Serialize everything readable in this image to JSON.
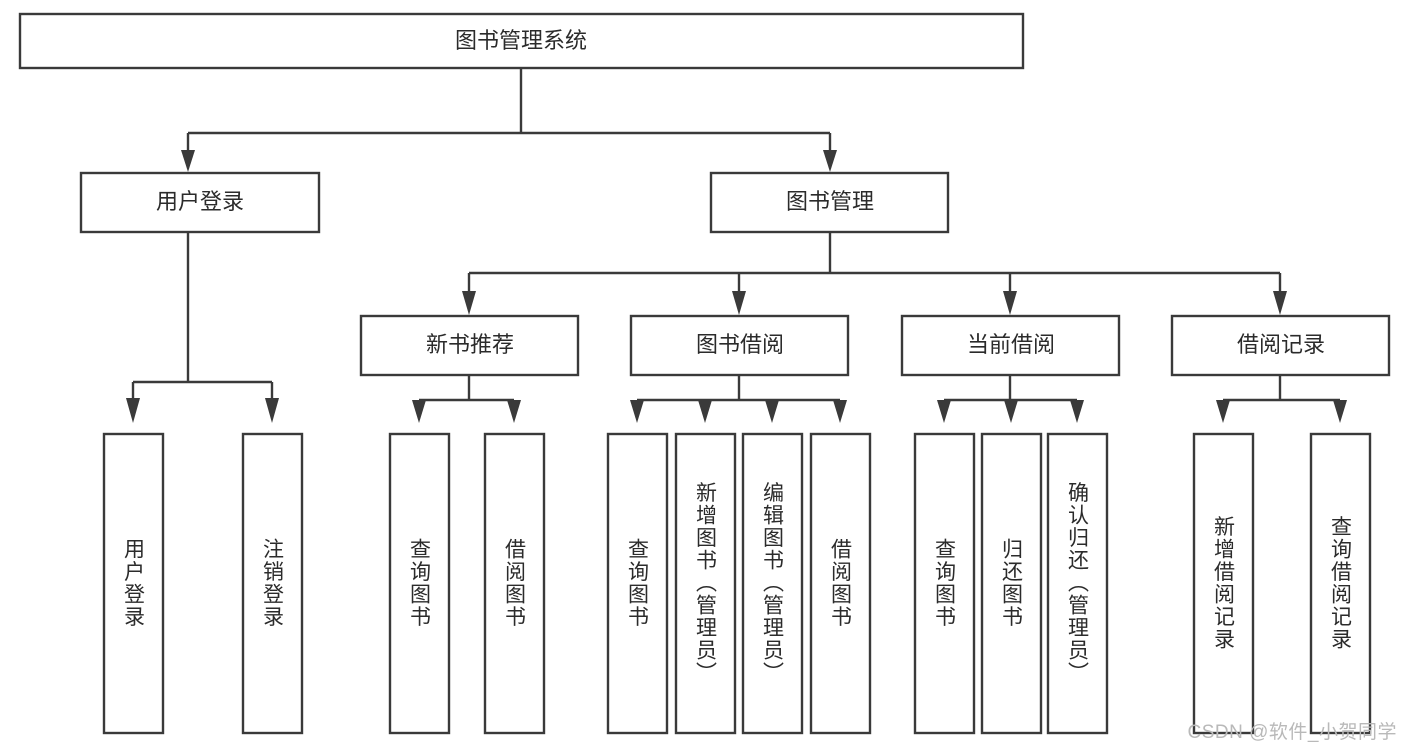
{
  "diagram": {
    "title": "图书管理系统",
    "watermark": "CSDN @软件_小贺同学",
    "stroke_color": "#3a3a3a",
    "text_color": "#2b2b2b",
    "background_color": "#ffffff",
    "watermark_color": "#b9b9b9"
  },
  "chart_data": {
    "type": "tree-diagram",
    "title": "图书管理系统",
    "root": "图书管理系统",
    "levels": 4,
    "nodes": [
      {
        "id": "root",
        "label": "图书管理系统",
        "level": 0,
        "parent": null
      },
      {
        "id": "login",
        "label": "用户登录",
        "level": 1,
        "parent": "root"
      },
      {
        "id": "bookmgmt",
        "label": "图书管理",
        "level": 1,
        "parent": "root"
      },
      {
        "id": "newbook",
        "label": "新书推荐",
        "level": 2,
        "parent": "bookmgmt"
      },
      {
        "id": "borrow",
        "label": "图书借阅",
        "level": 2,
        "parent": "bookmgmt"
      },
      {
        "id": "current",
        "label": "当前借阅",
        "level": 2,
        "parent": "bookmgmt"
      },
      {
        "id": "records",
        "label": "借阅记录",
        "level": 2,
        "parent": "bookmgmt"
      },
      {
        "id": "l1",
        "label": "用户登录",
        "level": 3,
        "parent": "login"
      },
      {
        "id": "l2",
        "label": "注销登录",
        "level": 3,
        "parent": "login"
      },
      {
        "id": "l3",
        "label": "查询图书",
        "level": 3,
        "parent": "newbook"
      },
      {
        "id": "l4",
        "label": "借阅图书",
        "level": 3,
        "parent": "newbook"
      },
      {
        "id": "l5",
        "label": "查询图书",
        "level": 3,
        "parent": "borrow"
      },
      {
        "id": "l6",
        "label": "新增图书（管理员）",
        "level": 3,
        "parent": "borrow"
      },
      {
        "id": "l7",
        "label": "编辑图书（管理员）",
        "level": 3,
        "parent": "borrow"
      },
      {
        "id": "l8",
        "label": "借阅图书",
        "level": 3,
        "parent": "borrow"
      },
      {
        "id": "l9",
        "label": "查询图书",
        "level": 3,
        "parent": "current"
      },
      {
        "id": "l10",
        "label": "归还图书",
        "level": 3,
        "parent": "current"
      },
      {
        "id": "l11",
        "label": "确认归还（管理员）",
        "level": 3,
        "parent": "current"
      },
      {
        "id": "l12",
        "label": "新增借阅记录",
        "level": 3,
        "parent": "records"
      },
      {
        "id": "l13",
        "label": "查询借阅记录",
        "level": 3,
        "parent": "records"
      }
    ]
  },
  "nodes": {
    "root": {
      "label": "图书管理系统"
    },
    "login": {
      "label": "用户登录"
    },
    "bookmgmt": {
      "label": "图书管理"
    },
    "newbook": {
      "label": "新书推荐"
    },
    "borrow": {
      "label": "图书借阅"
    },
    "current": {
      "label": "当前借阅"
    },
    "records": {
      "label": "借阅记录"
    },
    "leaves": {
      "login_in": "用户登录",
      "login_out": "注销登录",
      "newbook_query": "查询图书",
      "newbook_borrow": "借阅图书",
      "borrow_query": "查询图书",
      "borrow_add": "新增图书（管理员）",
      "borrow_edit": "编辑图书（管理员）",
      "borrow_lend": "借阅图书",
      "current_query": "查询图书",
      "current_return": "归还图书",
      "current_confirm": "确认归还（管理员）",
      "records_add": "新增借阅记录",
      "records_query": "查询借阅记录"
    }
  }
}
